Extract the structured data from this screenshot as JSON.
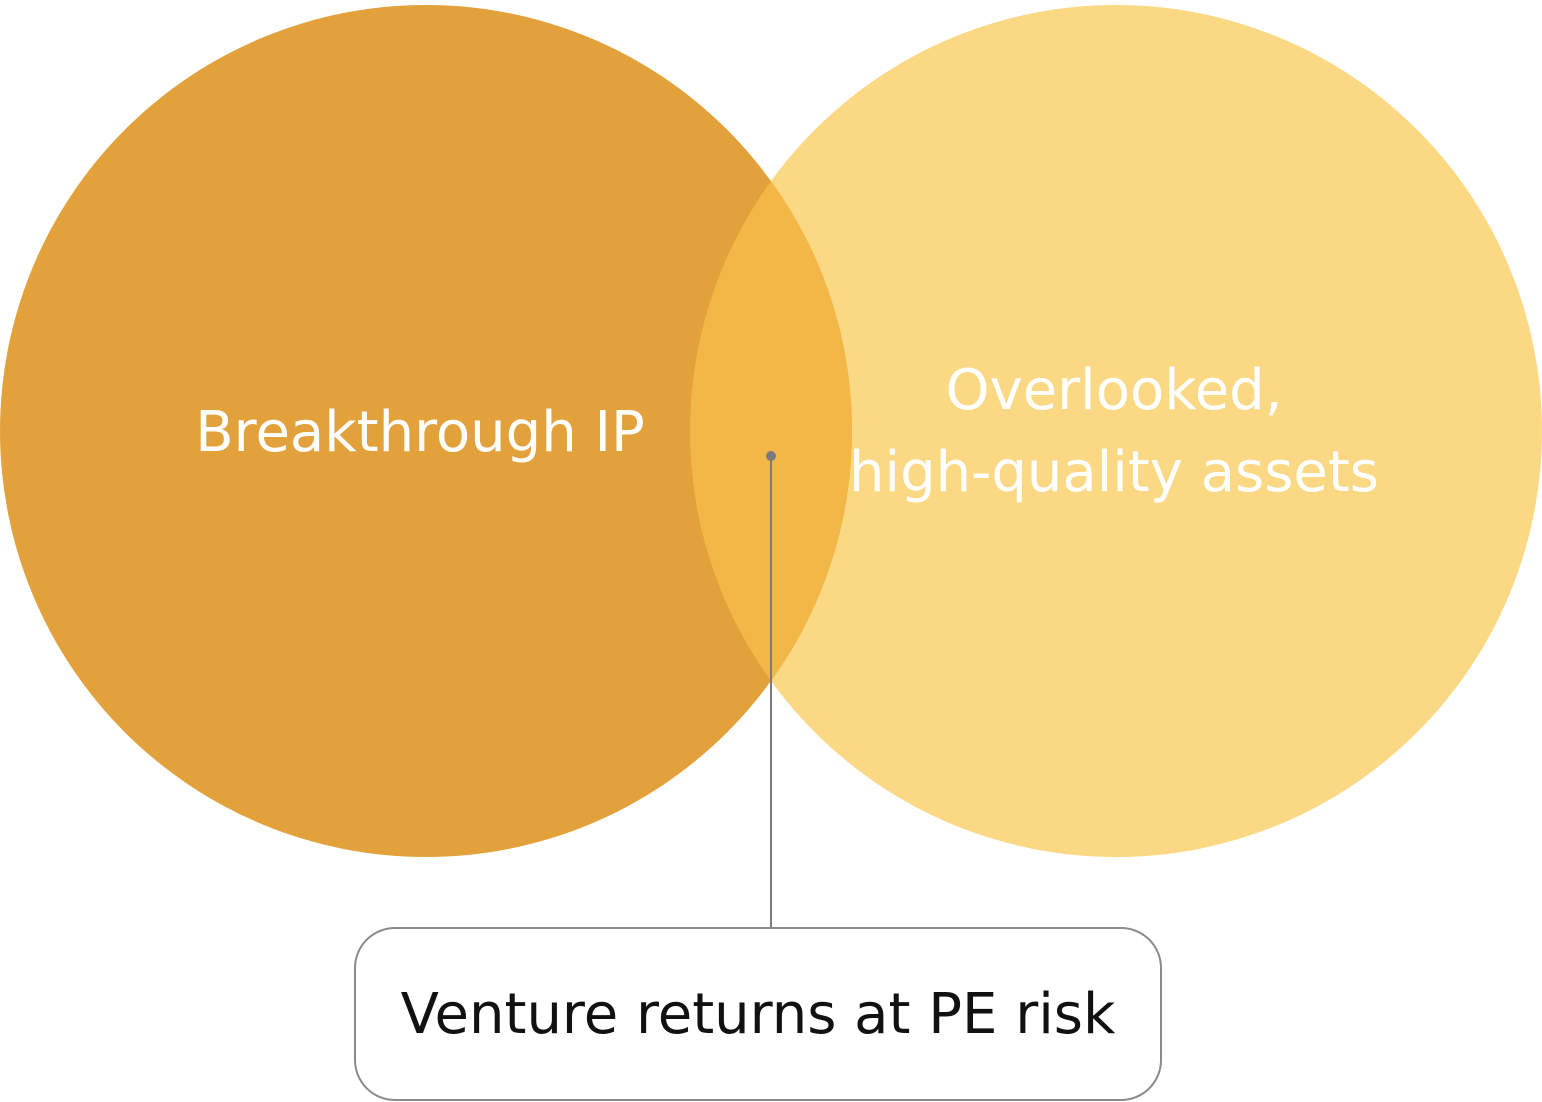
{
  "diagram": {
    "left_circle": {
      "label": "Breakthrough IP",
      "color": "#E2A13A"
    },
    "right_circle": {
      "label_line1": "Overlooked,",
      "label_line2": "high-quality assets",
      "color": "#FBD884"
    },
    "overlap": {
      "color": "#F3B748"
    },
    "callout": {
      "text": "Venture returns at PE risk",
      "border_color": "#8A8A8A",
      "line_color": "#7A7A7A"
    }
  }
}
